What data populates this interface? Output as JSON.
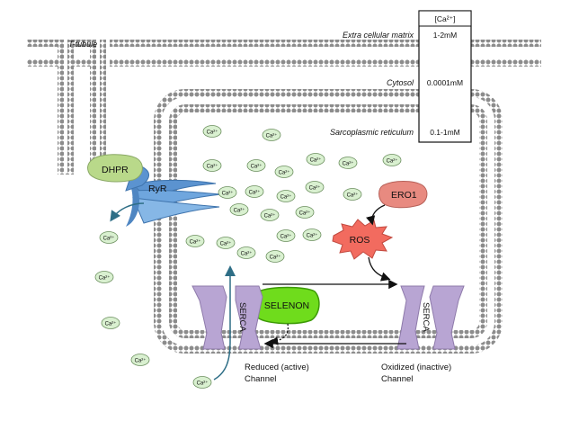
{
  "labels": {
    "t_tubule": "T-tubule",
    "dhpr": "DHPR",
    "ryr": "RyR",
    "ero1": "ERO1",
    "ros": "ROS",
    "selenon": "SELENON",
    "serca_left": "SERCA",
    "serca_right": "SERCA",
    "reduced_line1": "Reduced (active)",
    "reduced_line2": "Channel",
    "oxidized_line1": "Oxidized (inactive)",
    "oxidized_line2": "Channel"
  },
  "ca_table": {
    "header": "[Ca²⁺]",
    "rows": [
      {
        "compartment": "Extra cellular matrix",
        "value": "1-2mM"
      },
      {
        "compartment": "Cytosol",
        "value": "0.0001mM"
      },
      {
        "compartment": "Sarcoplasmic reticulum",
        "value": "0.1-1mM"
      }
    ]
  },
  "ion_label": "Ca²⁺",
  "colors": {
    "membrane": "#8c8c8c",
    "ion_fill": "#d9f0d0",
    "ion_stroke": "#6b8f5e",
    "dhpr": "#b9d98a",
    "ryr": "#6fa6de",
    "ero1": "#e88a80",
    "ros": "#f26b5f",
    "selenon": "#6fdc1c",
    "serca": "#b8a5d3"
  }
}
